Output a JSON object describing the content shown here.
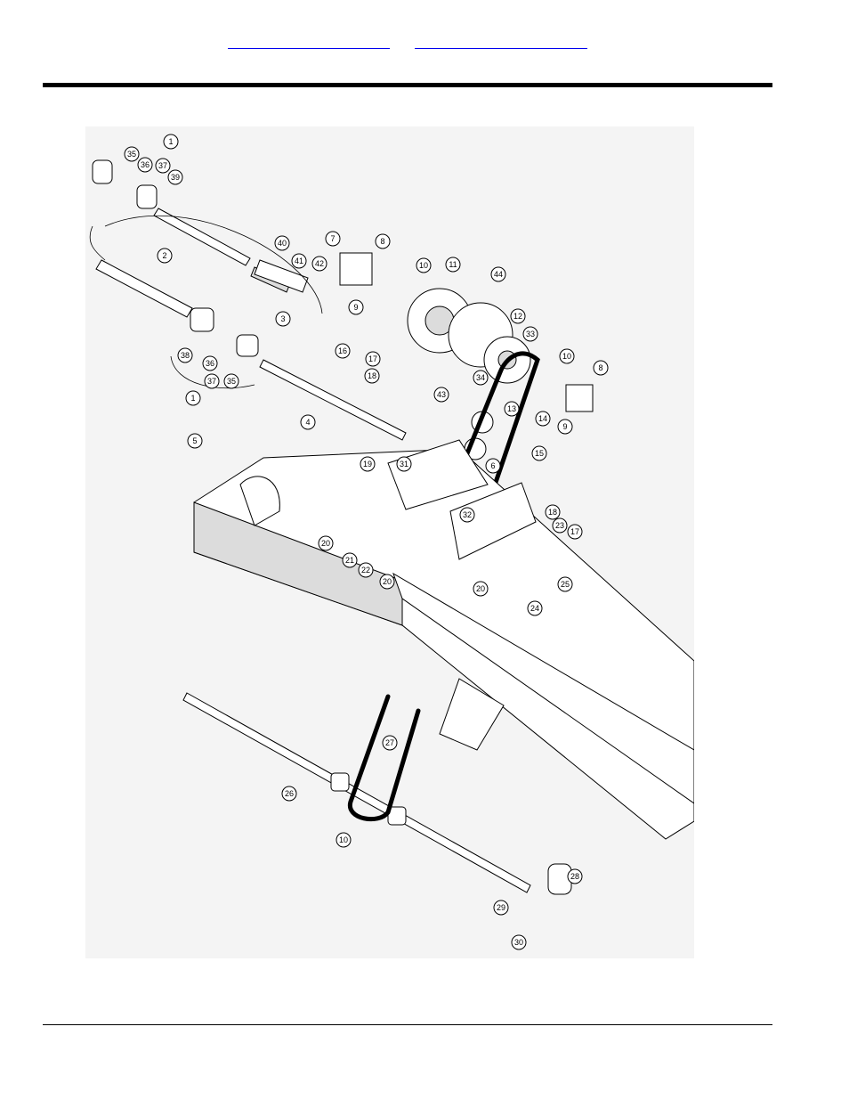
{
  "header": {
    "link_left": "",
    "link_right": ""
  },
  "diagram": {
    "callouts": [
      {
        "n": "1"
      },
      {
        "n": "35"
      },
      {
        "n": "36"
      },
      {
        "n": "37"
      },
      {
        "n": "39"
      },
      {
        "n": "40"
      },
      {
        "n": "41"
      },
      {
        "n": "7"
      },
      {
        "n": "8"
      },
      {
        "n": "10"
      },
      {
        "n": "11"
      },
      {
        "n": "44"
      },
      {
        "n": "2"
      },
      {
        "n": "42"
      },
      {
        "n": "9"
      },
      {
        "n": "12"
      },
      {
        "n": "33"
      },
      {
        "n": "3"
      },
      {
        "n": "16"
      },
      {
        "n": "17"
      },
      {
        "n": "18"
      },
      {
        "n": "38"
      },
      {
        "n": "36"
      },
      {
        "n": "37"
      },
      {
        "n": "35"
      },
      {
        "n": "1"
      },
      {
        "n": "43"
      },
      {
        "n": "34"
      },
      {
        "n": "13"
      },
      {
        "n": "10"
      },
      {
        "n": "8"
      },
      {
        "n": "9"
      },
      {
        "n": "14"
      },
      {
        "n": "15"
      },
      {
        "n": "4"
      },
      {
        "n": "5"
      },
      {
        "n": "19"
      },
      {
        "n": "31"
      },
      {
        "n": "6"
      },
      {
        "n": "32"
      },
      {
        "n": "20"
      },
      {
        "n": "21"
      },
      {
        "n": "22"
      },
      {
        "n": "20"
      },
      {
        "n": "18"
      },
      {
        "n": "23"
      },
      {
        "n": "17"
      },
      {
        "n": "20"
      },
      {
        "n": "25"
      },
      {
        "n": "24"
      },
      {
        "n": "27"
      },
      {
        "n": "26"
      },
      {
        "n": "10"
      },
      {
        "n": "28"
      },
      {
        "n": "29"
      },
      {
        "n": "30"
      }
    ]
  }
}
